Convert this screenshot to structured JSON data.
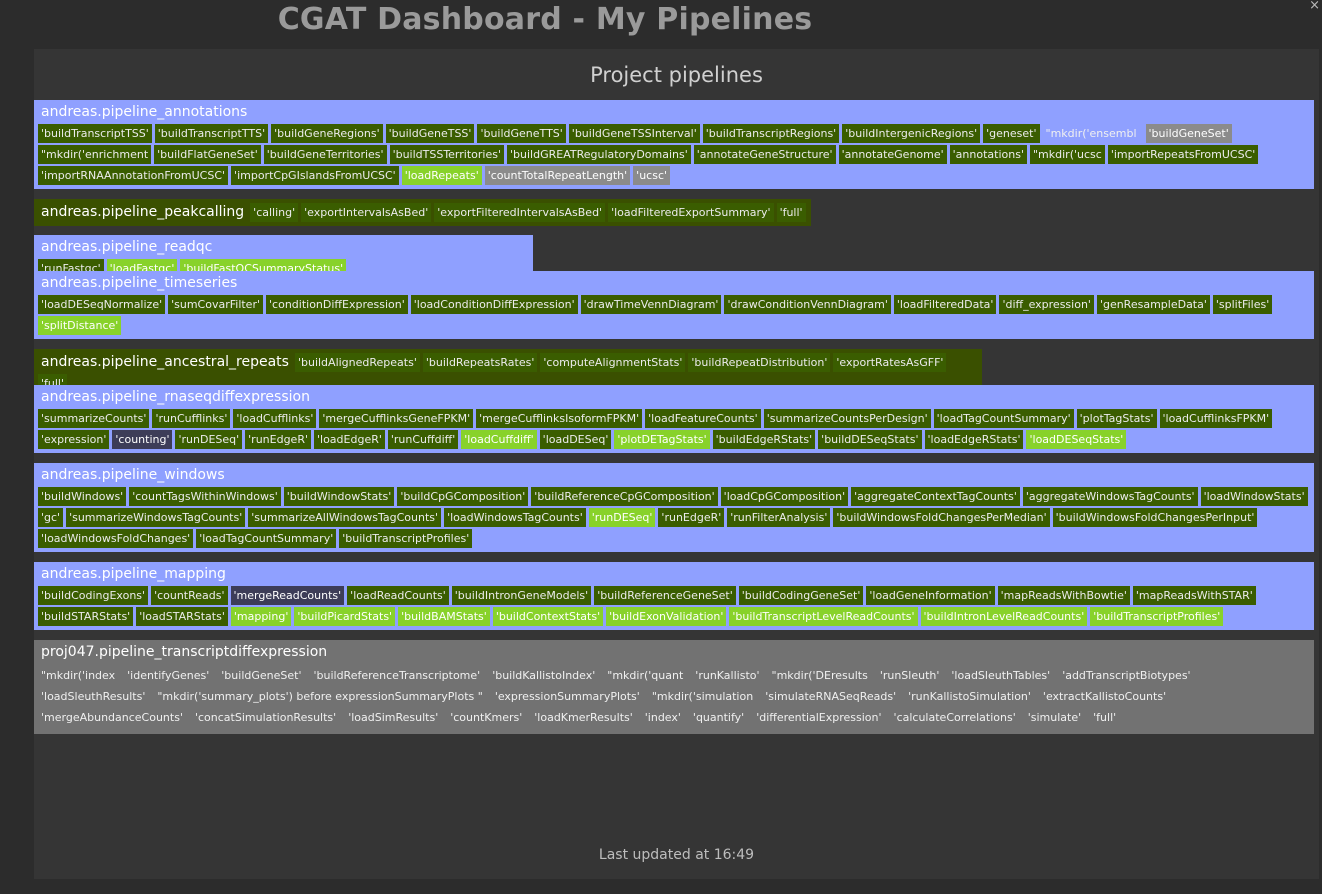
{
  "header": {
    "title": "CGAT Dashboard - My Pipelines",
    "close": "×"
  },
  "panel": {
    "title": "Project pipelines"
  },
  "footer": {
    "updated": "Last updated at 16:49"
  },
  "colors": {
    "blue_running": "#8fa0ff",
    "green_complete": "#3a5000",
    "gray_unknown": "#727272",
    "task_done": "#3a5d00",
    "task_up_to_date": "#88d22a",
    "task_grey": "#8b8b8b",
    "task_dark": "#3d3d58"
  },
  "pipelines": [
    {
      "name": "andreas.pipeline_annotations",
      "color": "blue",
      "tasks": [
        {
          "label": "'buildTranscriptTSS'",
          "state": "done"
        },
        {
          "label": "'buildTranscriptTTS'",
          "state": "done"
        },
        {
          "label": "'buildGeneRegions'",
          "state": "done"
        },
        {
          "label": "'buildGeneTSS'",
          "state": "done"
        },
        {
          "label": "'buildGeneTTS'",
          "state": "done"
        },
        {
          "label": "'buildGeneTSSInterval'",
          "state": "done"
        },
        {
          "label": "'buildTranscriptRegions'",
          "state": "done"
        },
        {
          "label": "'buildIntergenicRegions'",
          "state": "done"
        },
        {
          "label": "'geneset'",
          "state": "done"
        },
        {
          "label": "\"mkdir('ensembl",
          "state": "plain"
        },
        {
          "label": "'buildGeneSet'",
          "state": "grey"
        },
        {
          "label": "\"mkdir('enrichment",
          "state": "done"
        },
        {
          "label": "'buildFlatGeneSet'",
          "state": "done"
        },
        {
          "label": "'buildGeneTerritories'",
          "state": "done"
        },
        {
          "label": "'buildTSSTerritories'",
          "state": "done"
        },
        {
          "label": "'buildGREATRegulatoryDomains'",
          "state": "done"
        },
        {
          "label": "'annotateGeneStructure'",
          "state": "done"
        },
        {
          "label": "'annotateGenome'",
          "state": "done"
        },
        {
          "label": "'annotations'",
          "state": "done"
        },
        {
          "label": "\"mkdir('ucsc",
          "state": "done"
        },
        {
          "label": "'importRepeatsFromUCSC'",
          "state": "done"
        },
        {
          "label": "'importRNAAnnotationFromUCSC'",
          "state": "done"
        },
        {
          "label": "'importCpGIslandsFromUCSC'",
          "state": "done"
        },
        {
          "label": "'loadRepeats'",
          "state": "light"
        },
        {
          "label": "'countTotalRepeatLength'",
          "state": "grey"
        },
        {
          "label": "'ucsc'",
          "state": "grey"
        }
      ]
    },
    {
      "name": "andreas.pipeline_peakcalling",
      "color": "green",
      "tasks": [
        {
          "label": "'calling'",
          "state": "done"
        },
        {
          "label": "'exportIntervalsAsBed'",
          "state": "done"
        },
        {
          "label": "'exportFilteredIntervalsAsBed'",
          "state": "done"
        },
        {
          "label": "'loadFilteredExportSummary'",
          "state": "done"
        },
        {
          "label": "'full'",
          "state": "done"
        }
      ]
    },
    {
      "name": "andreas.pipeline_readqc",
      "color": "blue",
      "tasks": [
        {
          "label": "'runFastqc'",
          "state": "done"
        },
        {
          "label": "'loadFastqc'",
          "state": "light"
        },
        {
          "label": "'buildFastQCSummaryStatus'",
          "state": "light"
        }
      ]
    },
    {
      "name": "andreas.pipeline_timeseries",
      "color": "blue",
      "tasks": [
        {
          "label": "'loadDESeqNormalize'",
          "state": "done"
        },
        {
          "label": "'sumCovarFilter'",
          "state": "done"
        },
        {
          "label": "'conditionDiffExpression'",
          "state": "done"
        },
        {
          "label": "'loadConditionDiffExpression'",
          "state": "done"
        },
        {
          "label": "'drawTimeVennDiagram'",
          "state": "done"
        },
        {
          "label": "'drawConditionVennDiagram'",
          "state": "done"
        },
        {
          "label": "'loadFilteredData'",
          "state": "done"
        },
        {
          "label": "'diff_expression'",
          "state": "done"
        },
        {
          "label": "'genResampleData'",
          "state": "done"
        },
        {
          "label": "'splitFiles'",
          "state": "done"
        },
        {
          "label": "'splitDistance'",
          "state": "light"
        }
      ]
    },
    {
      "name": "andreas.pipeline_ancestral_repeats",
      "color": "green",
      "tasks": [
        {
          "label": "'buildAlignedRepeats'",
          "state": "done"
        },
        {
          "label": "'buildRepeatsRates'",
          "state": "done"
        },
        {
          "label": "'computeAlignmentStats'",
          "state": "done"
        },
        {
          "label": "'buildRepeatDistribution'",
          "state": "done"
        },
        {
          "label": "'exportRatesAsGFF'",
          "state": "done"
        },
        {
          "label": "'full'",
          "state": "done"
        }
      ]
    },
    {
      "name": "andreas.pipeline_rnaseqdiffexpression",
      "color": "blue",
      "tasks": [
        {
          "label": "'summarizeCounts'",
          "state": "done"
        },
        {
          "label": "'runCufflinks'",
          "state": "done"
        },
        {
          "label": "'loadCufflinks'",
          "state": "done"
        },
        {
          "label": "'mergeCufflinksGeneFPKM'",
          "state": "done"
        },
        {
          "label": "'mergeCufflinksIsoformFPKM'",
          "state": "done"
        },
        {
          "label": "'loadFeatureCounts'",
          "state": "done"
        },
        {
          "label": "'summarizeCountsPerDesign'",
          "state": "done"
        },
        {
          "label": "'loadTagCountSummary'",
          "state": "done"
        },
        {
          "label": "'plotTagStats'",
          "state": "done"
        },
        {
          "label": "'loadCufflinksFPKM'",
          "state": "done"
        },
        {
          "label": "'expression'",
          "state": "done"
        },
        {
          "label": "'counting'",
          "state": "dark"
        },
        {
          "label": "'runDESeq'",
          "state": "done"
        },
        {
          "label": "'runEdgeR'",
          "state": "done"
        },
        {
          "label": "'loadEdgeR'",
          "state": "done"
        },
        {
          "label": "'runCuffdiff'",
          "state": "done"
        },
        {
          "label": "'loadCuffdiff'",
          "state": "light"
        },
        {
          "label": "'loadDESeq'",
          "state": "done"
        },
        {
          "label": "'plotDETagStats'",
          "state": "light"
        },
        {
          "label": "'buildEdgeRStats'",
          "state": "done"
        },
        {
          "label": "'buildDESeqStats'",
          "state": "done"
        },
        {
          "label": "'loadEdgeRStats'",
          "state": "done"
        },
        {
          "label": "'loadDESeqStats'",
          "state": "light"
        }
      ]
    },
    {
      "name": "andreas.pipeline_windows",
      "color": "blue",
      "tasks": [
        {
          "label": "'buildWindows'",
          "state": "done"
        },
        {
          "label": "'countTagsWithinWindows'",
          "state": "done"
        },
        {
          "label": "'buildWindowStats'",
          "state": "done"
        },
        {
          "label": "'buildCpGComposition'",
          "state": "done"
        },
        {
          "label": "'buildReferenceCpGComposition'",
          "state": "done"
        },
        {
          "label": "'loadCpGComposition'",
          "state": "done"
        },
        {
          "label": "'aggregateContextTagCounts'",
          "state": "done"
        },
        {
          "label": "'aggregateWindowsTagCounts'",
          "state": "done"
        },
        {
          "label": "'loadWindowStats'",
          "state": "done"
        },
        {
          "label": "'gc'",
          "state": "done"
        },
        {
          "label": "'summarizeWindowsTagCounts'",
          "state": "done"
        },
        {
          "label": "'summarizeAllWindowsTagCounts'",
          "state": "done"
        },
        {
          "label": "'loadWindowsTagCounts'",
          "state": "done"
        },
        {
          "label": "'runDESeq'",
          "state": "light"
        },
        {
          "label": "'runEdgeR'",
          "state": "done"
        },
        {
          "label": "'runFilterAnalysis'",
          "state": "done"
        },
        {
          "label": "'buildWindowsFoldChangesPerMedian'",
          "state": "done"
        },
        {
          "label": "'buildWindowsFoldChangesPerInput'",
          "state": "done"
        },
        {
          "label": "'loadWindowsFoldChanges'",
          "state": "done"
        },
        {
          "label": "'loadTagCountSummary'",
          "state": "done"
        },
        {
          "label": "'buildTranscriptProfiles'",
          "state": "done"
        }
      ]
    },
    {
      "name": "andreas.pipeline_mapping",
      "color": "blue",
      "tasks": [
        {
          "label": "'buildCodingExons'",
          "state": "done"
        },
        {
          "label": "'countReads'",
          "state": "done"
        },
        {
          "label": "'mergeReadCounts'",
          "state": "dark"
        },
        {
          "label": "'loadReadCounts'",
          "state": "done"
        },
        {
          "label": "'buildIntronGeneModels'",
          "state": "done"
        },
        {
          "label": "'buildReferenceGeneSet'",
          "state": "done"
        },
        {
          "label": "'buildCodingGeneSet'",
          "state": "done"
        },
        {
          "label": "'loadGeneInformation'",
          "state": "done"
        },
        {
          "label": "'mapReadsWithBowtie'",
          "state": "done"
        },
        {
          "label": "'mapReadsWithSTAR'",
          "state": "done"
        },
        {
          "label": "'buildSTARStats'",
          "state": "done"
        },
        {
          "label": "'loadSTARStats'",
          "state": "done"
        },
        {
          "label": "'mapping'",
          "state": "light"
        },
        {
          "label": "'buildPicardStats'",
          "state": "light"
        },
        {
          "label": "'buildBAMStats'",
          "state": "light"
        },
        {
          "label": "'buildContextStats'",
          "state": "light"
        },
        {
          "label": "'buildExonValidation'",
          "state": "light"
        },
        {
          "label": "'buildTranscriptLevelReadCounts'",
          "state": "light"
        },
        {
          "label": "'buildIntronLevelReadCounts'",
          "state": "light"
        },
        {
          "label": "'buildTranscriptProfiles'",
          "state": "light"
        }
      ]
    },
    {
      "name": "proj047.pipeline_transcriptdiffexpression",
      "color": "gray",
      "tasks": [
        {
          "label": "\"mkdir('index",
          "state": "plain"
        },
        {
          "label": "'identifyGenes'",
          "state": "plain"
        },
        {
          "label": "'buildGeneSet'",
          "state": "plain"
        },
        {
          "label": "'buildReferenceTranscriptome'",
          "state": "plain"
        },
        {
          "label": "'buildKallistoIndex'",
          "state": "plain"
        },
        {
          "label": "\"mkdir('quant",
          "state": "plain"
        },
        {
          "label": "'runKallisto'",
          "state": "plain"
        },
        {
          "label": "\"mkdir('DEresults",
          "state": "plain"
        },
        {
          "label": "'runSleuth'",
          "state": "plain"
        },
        {
          "label": "'loadSleuthTables'",
          "state": "plain"
        },
        {
          "label": "'addTranscriptBiotypes'",
          "state": "plain"
        },
        {
          "label": "'loadSleuthResults'",
          "state": "plain"
        },
        {
          "label": "\"mkdir('summary_plots') before expressionSummaryPlots \"",
          "state": "plain"
        },
        {
          "label": "'expressionSummaryPlots'",
          "state": "plain"
        },
        {
          "label": "\"mkdir('simulation",
          "state": "plain"
        },
        {
          "label": "'simulateRNASeqReads'",
          "state": "plain"
        },
        {
          "label": "'runKallistoSimulation'",
          "state": "plain"
        },
        {
          "label": "'extractKallistoCounts'",
          "state": "plain"
        },
        {
          "label": "'mergeAbundanceCounts'",
          "state": "plain"
        },
        {
          "label": "'concatSimulationResults'",
          "state": "plain"
        },
        {
          "label": "'loadSimResults'",
          "state": "plain"
        },
        {
          "label": "'countKmers'",
          "state": "plain"
        },
        {
          "label": "'loadKmerResults'",
          "state": "plain"
        },
        {
          "label": "'index'",
          "state": "plain"
        },
        {
          "label": "'quantify'",
          "state": "plain"
        },
        {
          "label": "'differentialExpression'",
          "state": "plain"
        },
        {
          "label": "'calculateCorrelations'",
          "state": "plain"
        },
        {
          "label": "'simulate'",
          "state": "plain"
        },
        {
          "label": "'full'",
          "state": "plain"
        }
      ]
    }
  ]
}
